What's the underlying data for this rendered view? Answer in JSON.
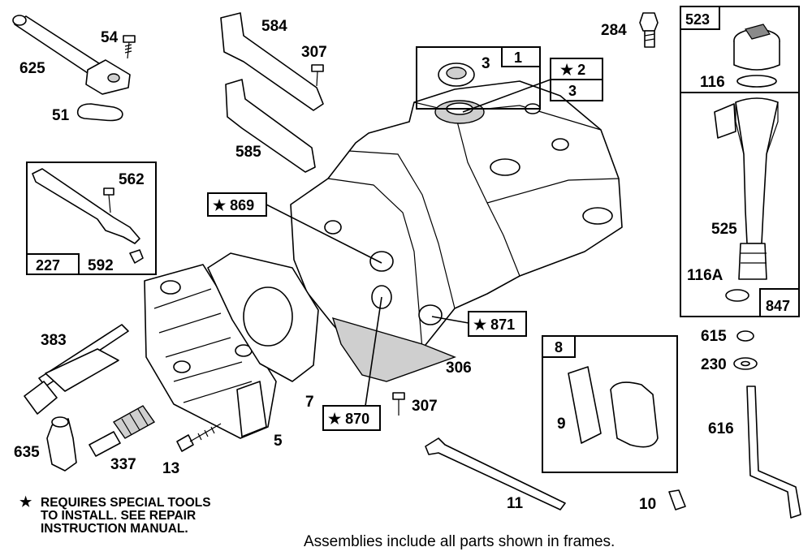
{
  "labels": {
    "p625": "625",
    "p54": "54",
    "p51": "51",
    "p584": "584",
    "p307a": "307",
    "p585": "585",
    "p562": "562",
    "p227": "227",
    "p592": "592",
    "p869": "★ 869",
    "p3a": "3",
    "p1": "1",
    "p2": "★ 2",
    "p3b": "3",
    "p284": "284",
    "p523": "523",
    "p116": "116",
    "p525": "525",
    "p116A": "116A",
    "p847": "847",
    "p383": "383",
    "p871": "★ 871",
    "p306": "306",
    "p7": "7",
    "p870": "★ 870",
    "p307b": "307",
    "p5": "5",
    "p8": "8",
    "p9": "9",
    "p615": "615",
    "p230": "230",
    "p616": "616",
    "p635": "635",
    "p337": "337",
    "p13": "13",
    "p11": "11",
    "p10": "10"
  },
  "note": {
    "star": "★",
    "line1": "REQUIRES SPECIAL TOOLS",
    "line2": "TO INSTALL.  SEE REPAIR",
    "line3": "INSTRUCTION MANUAL."
  },
  "footer": "Assemblies include all parts shown in frames."
}
